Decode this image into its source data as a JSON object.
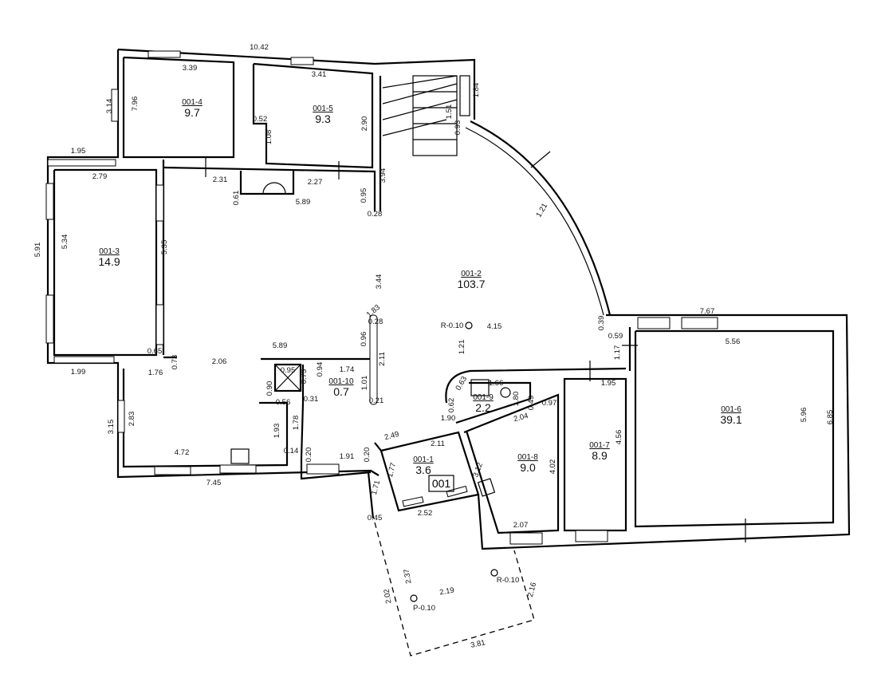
{
  "plan": {
    "label": "001",
    "rooms": [
      {
        "id": "001-4",
        "area": "9.7"
      },
      {
        "id": "001-5",
        "area": "9.3"
      },
      {
        "id": "001-3",
        "area": "14.9"
      },
      {
        "id": "001-2",
        "area": "103.7"
      },
      {
        "id": "001-10",
        "area": "0.7"
      },
      {
        "id": "001-9",
        "area": "2.2"
      },
      {
        "id": "001-1",
        "area": "3.6"
      },
      {
        "id": "001-8",
        "area": "9.0"
      },
      {
        "id": "001-7",
        "area": "8.9"
      },
      {
        "id": "001-6",
        "area": "39.1"
      }
    ],
    "dimensions": [
      "10.42",
      "3.39",
      "7.96",
      "3.14",
      "3.41",
      "0.52",
      "1.08",
      "2.90",
      "1.84",
      "1.51",
      "0.93",
      "1.95",
      "2.79",
      "2.31",
      "0.61",
      "2.27",
      "3.94",
      "0.95",
      "5.89",
      "0.28",
      "1.21",
      "5.91",
      "5.34",
      "5.35",
      "3.44",
      "1.83",
      "4.15",
      "1.21",
      "0.28",
      "0.96",
      "5.89",
      "2.11",
      "0.65",
      "0.73",
      "2.06",
      "1.76",
      "1.99",
      "0.95",
      "0.94",
      "1.74",
      "0.73",
      "1.01",
      "0.90",
      "0.56",
      "0.31",
      "0.21",
      "1.66",
      "0.63",
      "0.62",
      "1.80",
      "0.49",
      "0.97",
      "1.95",
      "5.56",
      "7.67",
      "0.39",
      "0.59",
      "1.17",
      "2.83",
      "3.15",
      "1.93",
      "1.78",
      "1.90",
      "2.04",
      "4.56",
      "5.96",
      "6.85",
      "2.49",
      "2.11",
      "3.12",
      "4.02",
      "4.72",
      "0.14",
      "0.20",
      "1.91",
      "0.20",
      "7.45",
      "1.71",
      "2.52",
      "0.45",
      "1.77",
      "2.07",
      "2.37",
      "2.02",
      "2.19",
      "2.16",
      "3.81"
    ],
    "markers": [
      "R-0.10",
      "R-0.10",
      "P-0.10"
    ]
  }
}
